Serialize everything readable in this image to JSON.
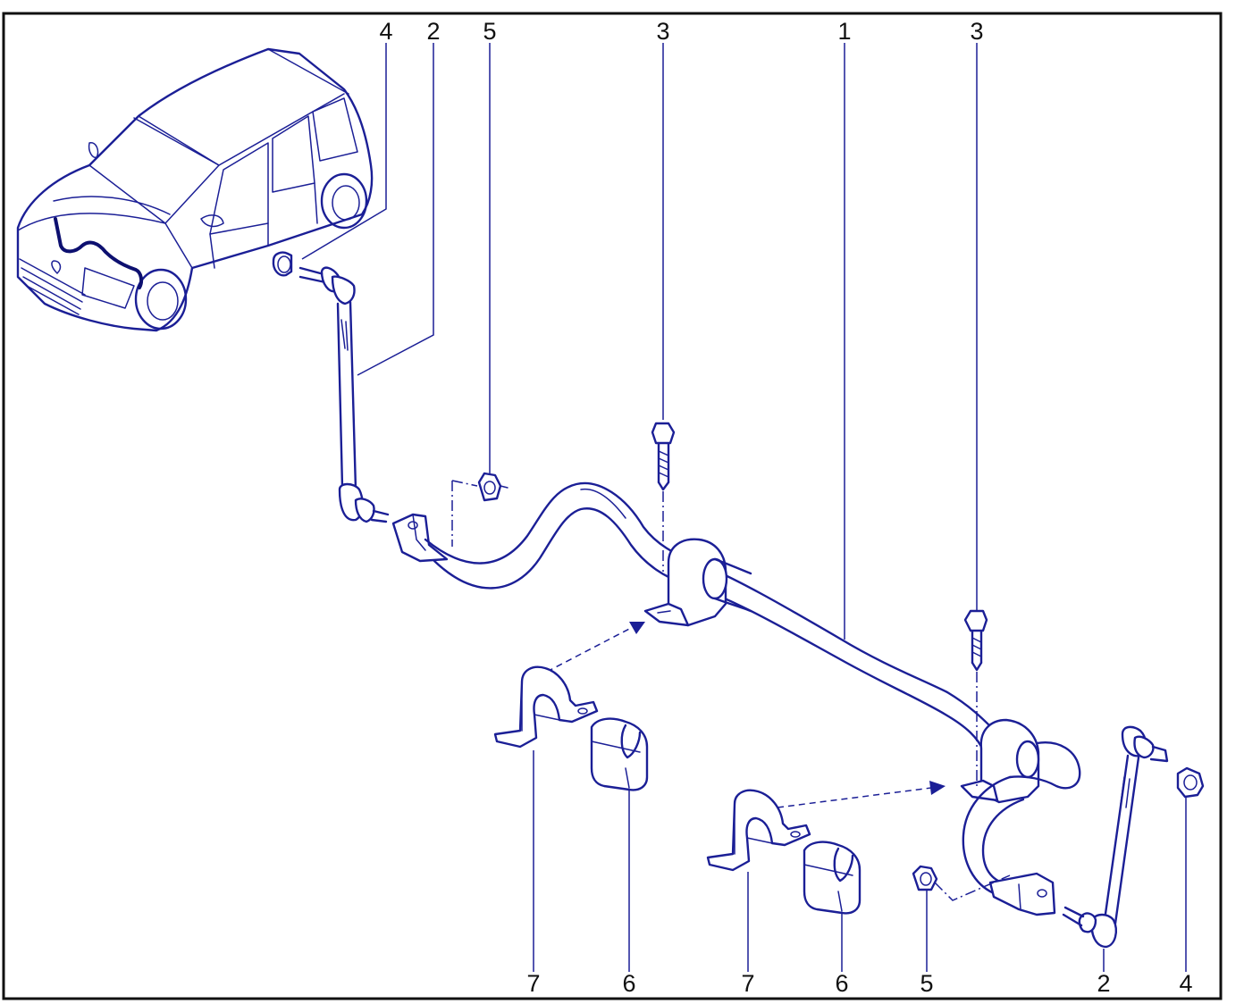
{
  "colors": {
    "line": "#1b1f96",
    "frame": "#111111",
    "background": "#ffffff"
  },
  "callouts": [
    {
      "id": "c4-top-left",
      "label": "4"
    },
    {
      "id": "c2-top-left",
      "label": "2"
    },
    {
      "id": "c5-top",
      "label": "5"
    },
    {
      "id": "c3-top-left",
      "label": "3"
    },
    {
      "id": "c1-top",
      "label": "1"
    },
    {
      "id": "c3-top-right",
      "label": "3"
    },
    {
      "id": "c7-bottom-left",
      "label": "7"
    },
    {
      "id": "c6-bottom-left",
      "label": "6"
    },
    {
      "id": "c7-bottom-mid",
      "label": "7"
    },
    {
      "id": "c6-bottom-mid",
      "label": "6"
    },
    {
      "id": "c5-bottom",
      "label": "5"
    },
    {
      "id": "c2-bottom-right",
      "label": "2"
    },
    {
      "id": "c4-bottom-right",
      "label": "4"
    }
  ]
}
